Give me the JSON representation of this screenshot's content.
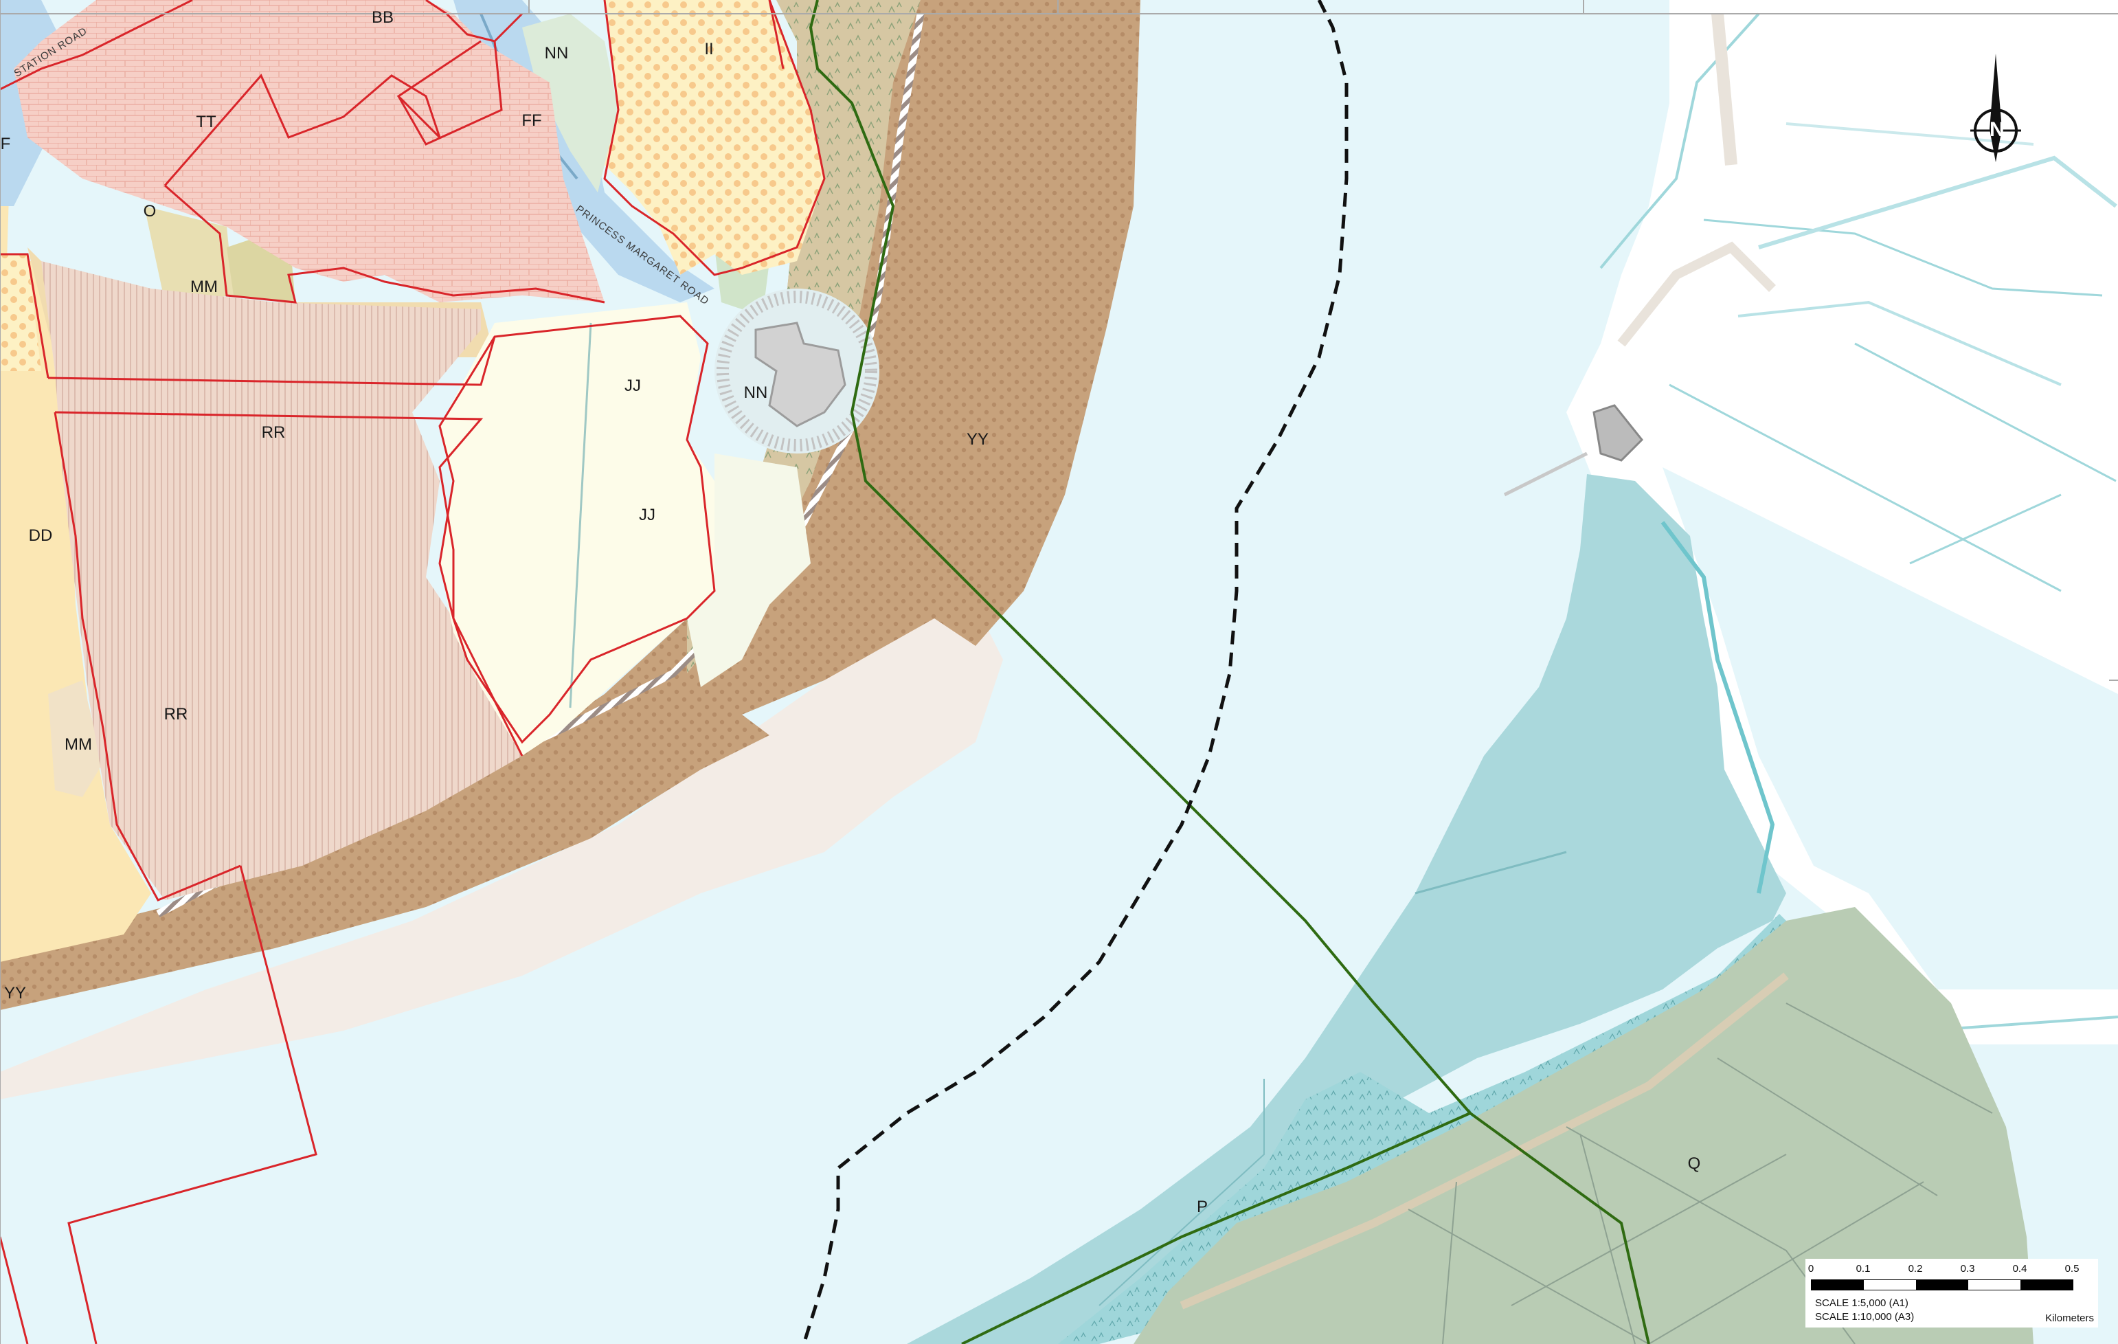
{
  "map": {
    "colors": {
      "water": "#e5f6fa",
      "deep_water": "#aad8dc",
      "mudflat": "#c7a27c",
      "sand": "#f3ece6",
      "residential": "#f6cfc6",
      "hatched_land": "#efd9cc",
      "field": "#fdfce9",
      "farmland": "#fbe7b4",
      "dotted_yellow": "#fde8a8",
      "town": "#bad9ef",
      "marsh": "#b9ccb4",
      "marsh_edge": "#8fd0d6",
      "boundary_red": "#d9252a",
      "boundary_green": "#2f6b12",
      "dashed_line": "#111111"
    },
    "zone_labels": [
      {
        "id": "bb",
        "text": "BB"
      },
      {
        "id": "nn-north",
        "text": "NN"
      },
      {
        "id": "ii",
        "text": "II"
      },
      {
        "id": "tt",
        "text": "TT"
      },
      {
        "id": "ff",
        "text": "FF"
      },
      {
        "id": "f",
        "text": "F"
      },
      {
        "id": "o",
        "text": "O"
      },
      {
        "id": "mm-north",
        "text": "MM"
      },
      {
        "id": "jj-upper",
        "text": "JJ"
      },
      {
        "id": "nn-fort",
        "text": "NN"
      },
      {
        "id": "yy-east",
        "text": "YY"
      },
      {
        "id": "rr-upper",
        "text": "RR"
      },
      {
        "id": "jj-lower",
        "text": "JJ"
      },
      {
        "id": "dd",
        "text": "DD"
      },
      {
        "id": "rr-lower",
        "text": "RR"
      },
      {
        "id": "mm-south",
        "text": "MM"
      },
      {
        "id": "yy-west",
        "text": "YY"
      },
      {
        "id": "q",
        "text": "Q"
      },
      {
        "id": "p",
        "text": "P"
      }
    ],
    "road_labels": [
      {
        "id": "station-road",
        "text": "STATION ROAD"
      },
      {
        "id": "princess-margaret-road",
        "text": "PRINCESS MARGARET ROAD"
      }
    ],
    "north_arrow": {
      "letter": "N",
      "icon": "north-arrow-icon"
    },
    "scale_bar": {
      "ticks": [
        "0",
        "0.1",
        "0.2",
        "0.3",
        "0.4",
        "0.5"
      ],
      "scale_a1": "SCALE 1:5,000 (A1)",
      "scale_a3": "SCALE 1:10,000 (A3)",
      "units": "Kilometers"
    }
  }
}
